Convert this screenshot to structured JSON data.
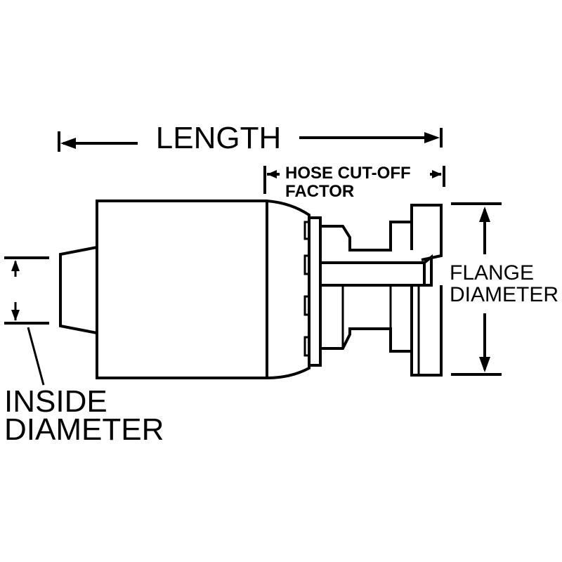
{
  "labels": {
    "length": "LENGTH",
    "hose_cutoff_line1": "HOSE CUT-OFF",
    "hose_cutoff_line2": "FACTOR",
    "flange_line1": "FLANGE",
    "flange_line2": "DIAMETER",
    "inside_line1": "INSIDE",
    "inside_line2": "DIAMETER"
  },
  "colors": {
    "ink": "#000000",
    "background": "#ffffff"
  }
}
